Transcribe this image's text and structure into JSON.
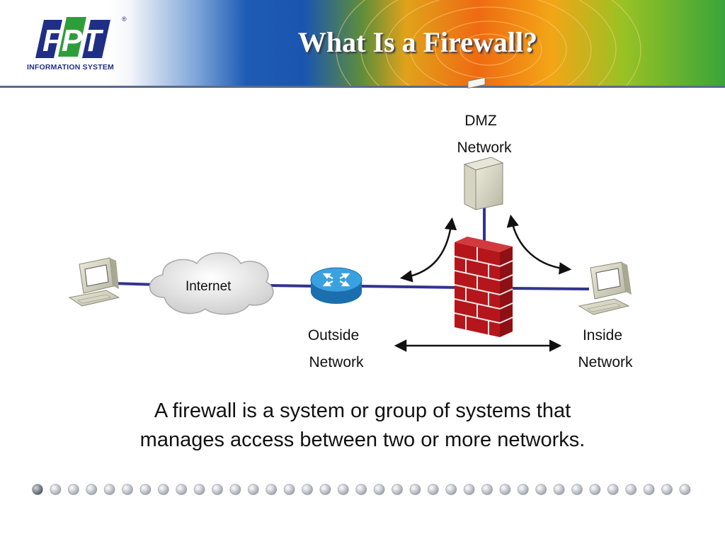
{
  "header": {
    "title": "What Is a Firewall?",
    "logo_text": "FPT",
    "logo_subtitle": "INFORMATION SYSTEM",
    "logo_registered": "®"
  },
  "diagram": {
    "dmz_label_line1": "DMZ",
    "dmz_label_line2": "Network",
    "internet_label": "Internet",
    "outside_label_line1": "Outside",
    "outside_label_line2": "Network",
    "inside_label_line1": "Inside",
    "inside_label_line2": "Network"
  },
  "body": {
    "line1": "A firewall is a system or group of systems that",
    "line2": "manages access between two or more networks."
  },
  "colors": {
    "link_line": "#33338f",
    "firewall_brick": "#b5161c",
    "router": "#2a8fd0",
    "logo_blue": "#1f2f86",
    "logo_green": "#2e9e3a"
  },
  "footer": {
    "dot_count": 37
  }
}
